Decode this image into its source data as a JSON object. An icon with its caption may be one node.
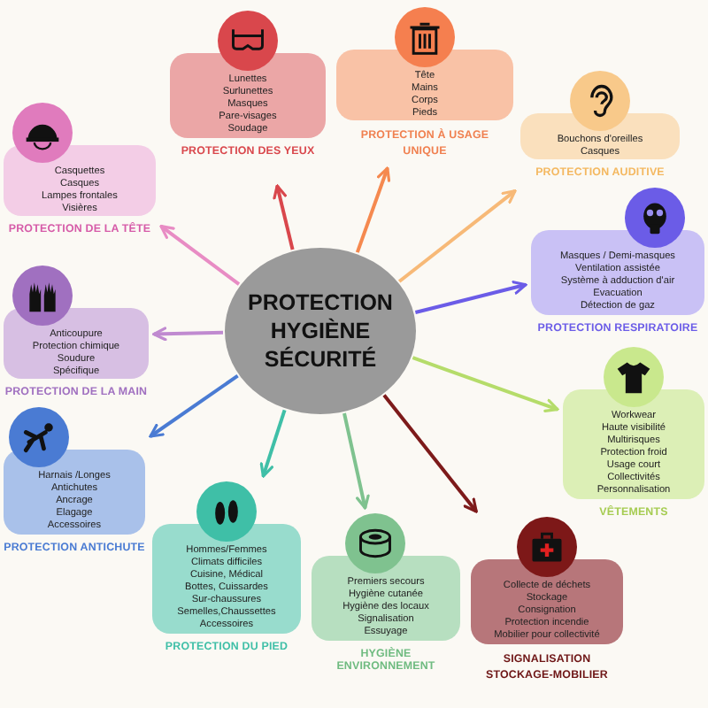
{
  "diagram": {
    "nodes": [
      {
        "text": [
          "PROTECTION HYGIÈNE SÉCURITÉ"
        ]
      },
      {
        "text": [
          "Casquettes",
          "Casques",
          "Lampes frontales",
          "Visières",
          "PROTECTION DE LA TÊTE"
        ]
      },
      {
        "text": [
          "Lunettes",
          "Surlunettes",
          "Masques",
          "Pare-visages",
          "Soudage",
          "PROTECTION DES YEUX"
        ]
      },
      {
        "text": [
          "Tête",
          "Mains",
          "Corps",
          "Pieds",
          "PROTECTION À USAGE UNIQUE"
        ]
      },
      {
        "text": [
          "Bouchons d'oreilles",
          "Casques",
          "PROTECTION AUDITIVE"
        ]
      },
      {
        "text": [
          "Masques / Demi-masques",
          "Ventilation assistée",
          "Système à adduction d'air",
          "Evacuation",
          "Détection de gaz",
          "PROTECTION RESPIRATOIRE"
        ]
      },
      {
        "text": [
          "Workwear",
          "Haute visibilité",
          "Multirisques",
          "Protection froid",
          "Usage court",
          "Collectivités",
          "Personnalisation",
          "VÊTEMENTS"
        ]
      },
      {
        "text": [
          "Collecte de déchets",
          "Stockage",
          "Consignation",
          "Protection incendie",
          "Mobilier pour collectivité",
          "SIGNALISATION STOCKAGE-MOBILIER"
        ]
      },
      {
        "text": [
          "Premiers secours",
          "Hygiène cutanée",
          "Hygiène des locaux",
          "Signalisation",
          "Essuyage",
          "HYGIÈNE ENVIRONNEMENT"
        ]
      },
      {
        "text": [
          "Hommes/Femmes",
          "Climats difficiles",
          "Cuisine, Médical",
          "Bottes, Cuissardes",
          "Sur-chaussures",
          "Semelles,Chaussettes",
          "Accessoires",
          "PROTECTION DU PIED"
        ]
      },
      {
        "text": [
          "Harnais /Longes",
          "Antichutes",
          "Ancrage",
          "Elagage",
          "Accessoires",
          "PROTECTION ANTICHUTE"
        ]
      },
      {
        "text": [
          "Anticoupure",
          "Protection chimique",
          "Soudure",
          "Spécifique",
          "PROTECTION DE LA MAIN"
        ]
      }
    ],
    "edges": [
      {
        "from": 0,
        "to": 1,
        "arrow": "to",
        "color": "#e88cc4"
      },
      {
        "from": 0,
        "to": 2,
        "arrow": "to",
        "color": "#d9474c"
      },
      {
        "from": 0,
        "to": 3,
        "arrow": "to",
        "color": "#f5894f"
      },
      {
        "from": 0,
        "to": 4,
        "arrow": "to",
        "color": "#f7b977"
      },
      {
        "from": 0,
        "to": 5,
        "arrow": "to",
        "color": "#6b5ce7"
      },
      {
        "from": 0,
        "to": 6,
        "arrow": "to",
        "color": "#b5dc6a"
      },
      {
        "from": 0,
        "to": 7,
        "arrow": "to",
        "color": "#7d1a1a"
      },
      {
        "from": 0,
        "to": 8,
        "arrow": "to",
        "color": "#7fc28f"
      },
      {
        "from": 0,
        "to": 9,
        "arrow": "to",
        "color": "#3fbfa7"
      },
      {
        "from": 0,
        "to": 10,
        "arrow": "to",
        "color": "#4a7bd3"
      },
      {
        "from": 0,
        "to": 11,
        "arrow": "to",
        "color": "#c08ad0"
      }
    ]
  }
}
